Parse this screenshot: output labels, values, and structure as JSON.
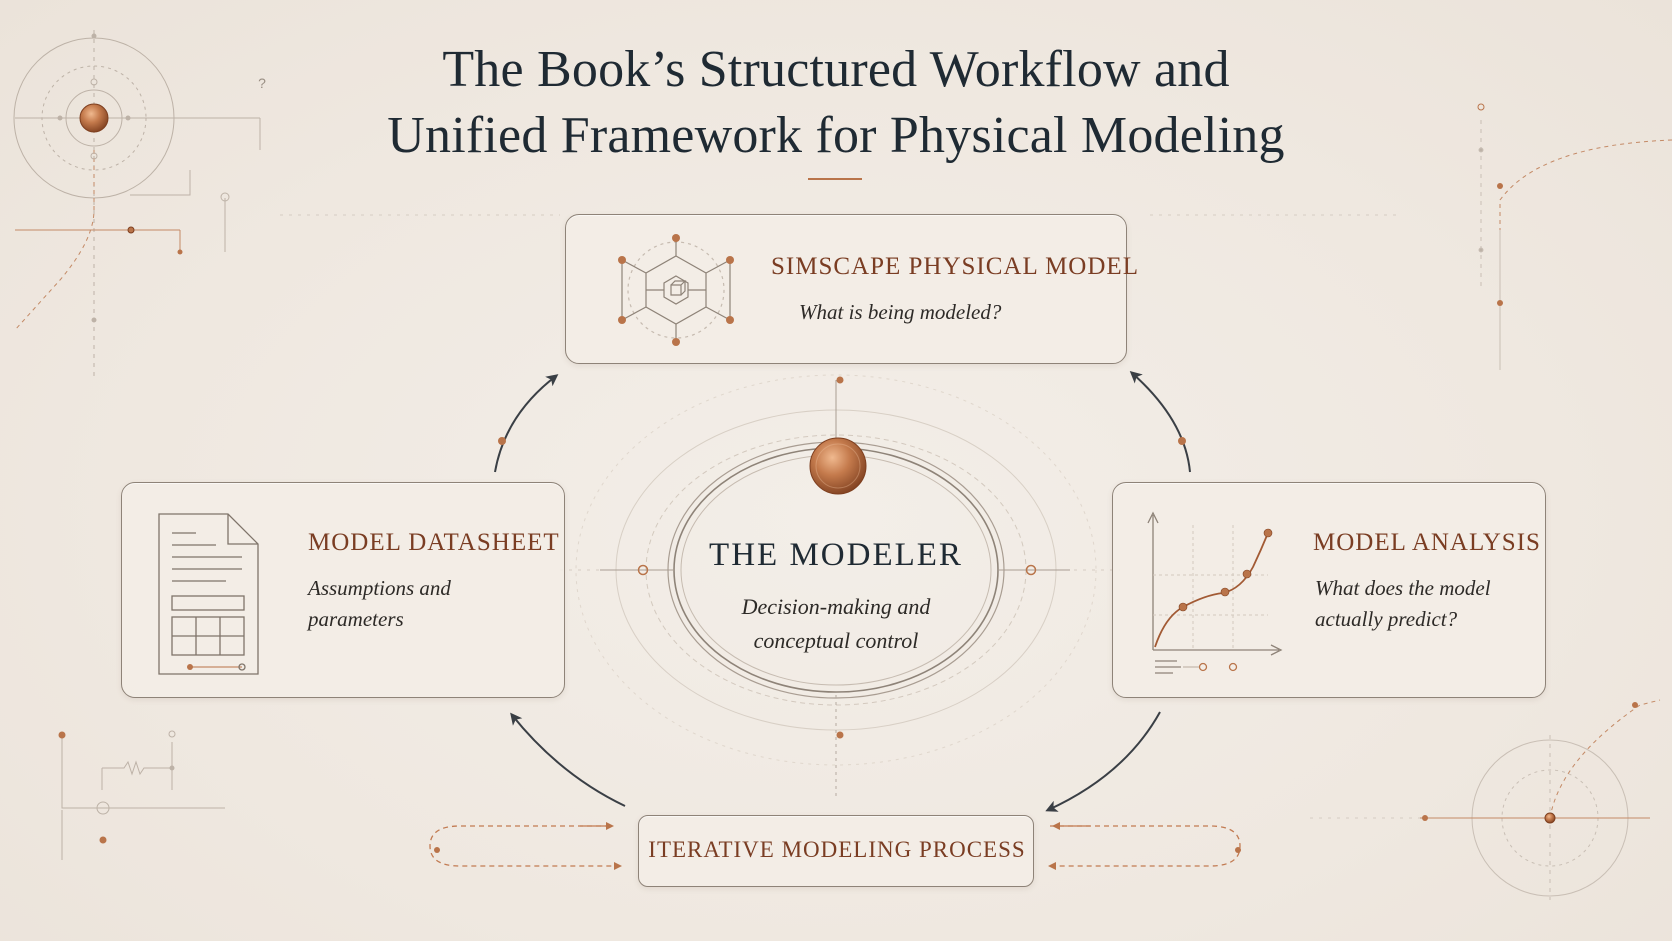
{
  "title": {
    "line1": "The Book’s Structured Workflow and",
    "line2": "Unified Framework for Physical Modeling"
  },
  "nodes": {
    "top": {
      "title": "SIMSCAPE PHYSICAL MODEL",
      "subtitle": "What is being modeled?"
    },
    "left": {
      "title": "MODEL DATASHEET",
      "subtitle_line1": "Assumptions and",
      "subtitle_line2": "parameters"
    },
    "right": {
      "title": "MODEL ANALYSIS",
      "subtitle_line1": "What does the model",
      "subtitle_line2": "actually predict?"
    },
    "center": {
      "title": "THE MODELER",
      "subtitle_line1": "Decision-making and",
      "subtitle_line2": "conceptual control"
    },
    "bottom": {
      "title": "ITERATIVE MODELING PROCESS"
    }
  },
  "decor": {
    "question_mark": "?"
  },
  "colors": {
    "background": "#f1ebe4",
    "copper": "#b9744a",
    "accent_text": "#7a3d23",
    "dark_text": "#1f2a33",
    "line": "#8e8378"
  }
}
